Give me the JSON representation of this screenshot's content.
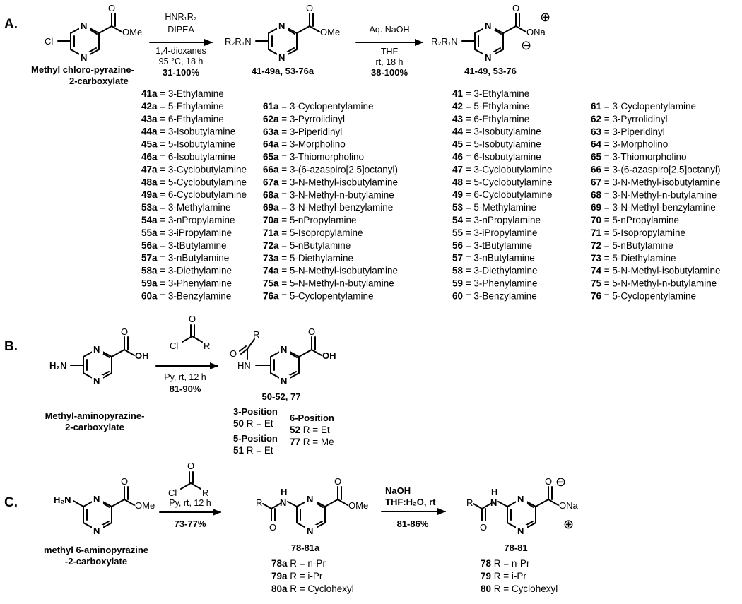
{
  "sections": {
    "a": {
      "label": "A.",
      "start_caption": [
        "Methyl chloro-pyrazine-",
        "2-carboxylate"
      ],
      "step1": {
        "reagents": [
          "HNR₁R₂",
          "DIPEA",
          "1,4-dioxanes",
          "95 °C, 18 h"
        ],
        "yield": "31-100%"
      },
      "mid_caption": "41-49a, 53-76a",
      "step2": {
        "reagents": [
          "Aq. NaOH",
          "THF",
          "rt, 18 h"
        ],
        "yield": "38-100%"
      },
      "end_caption": "41-49, 53-76",
      "atoms": {
        "cl": "Cl",
        "ome": "OMe",
        "r2r1n": "R₂R₁N",
        "ona": "ONa",
        "n": "N",
        "o": "O",
        "plus": "⊕",
        "minus": "⊖"
      },
      "esters_col1": [
        [
          "41a",
          "3-Ethylamine"
        ],
        [
          "42a",
          "5-Ethylamine"
        ],
        [
          "43a",
          "6-Ethylamine"
        ],
        [
          "44a",
          "3-Isobutylamine"
        ],
        [
          "45a",
          "5-Isobutylamine"
        ],
        [
          "46a",
          "6-Isobutylamine"
        ],
        [
          "47a",
          "3-Cyclobutylamine"
        ],
        [
          "48a",
          "5-Cyclobutylamine"
        ],
        [
          "49a",
          "6-Cyclobutylamine"
        ],
        [
          "53a",
          "3-Methylamine"
        ],
        [
          "54a",
          "3-nPropylamine"
        ],
        [
          "55a",
          "3-iPropylamine"
        ],
        [
          "56a",
          "3-tButylamine"
        ],
        [
          "57a",
          "3-nButylamine"
        ],
        [
          "58a",
          "3-Diethylamine"
        ],
        [
          "59a",
          "3-Phenylamine"
        ],
        [
          "60a",
          "3-Benzylamine"
        ]
      ],
      "esters_col2": [
        [
          "61a",
          "3-Cyclopentylamine"
        ],
        [
          "62a",
          "3-Pyrrolidinyl"
        ],
        [
          "63a",
          "3-Piperidinyl"
        ],
        [
          "64a",
          "3-Morpholino"
        ],
        [
          "65a",
          "3-Thiomorpholino"
        ],
        [
          "66a",
          "3-(6-azaspiro[2.5]octanyl)"
        ],
        [
          "67a",
          "3-N-Methyl-isobutylamine"
        ],
        [
          "68a",
          "3-N-Methyl-n-butylamine"
        ],
        [
          "69a",
          "3-N-Methyl-benzylamine"
        ],
        [
          "70a",
          "5-nPropylamine"
        ],
        [
          "71a",
          "5-Isopropylamine"
        ],
        [
          "72a",
          "5-nButylamine"
        ],
        [
          "73a",
          "5-Diethylamine"
        ],
        [
          "74a",
          "5-N-Methyl-isobutylamine"
        ],
        [
          "75a",
          "5-N-Methyl-n-butylamine"
        ],
        [
          "76a",
          "5-Cyclopentylamine"
        ]
      ],
      "acids_col1": [
        [
          "41",
          "3-Ethylamine"
        ],
        [
          "42",
          "5-Ethylamine"
        ],
        [
          "43",
          "6-Ethylamine"
        ],
        [
          "44",
          "3-Isobutylamine"
        ],
        [
          "45",
          "5-Isobutylamine"
        ],
        [
          "46",
          "6-Isobutylamine"
        ],
        [
          "47",
          "3-Cyclobutylamine"
        ],
        [
          "48",
          "5-Cyclobutylamine"
        ],
        [
          "49",
          "6-Cyclobutylamine"
        ],
        [
          "53",
          "5-Methylamine"
        ],
        [
          "54",
          "3-nPropylamine"
        ],
        [
          "55",
          "3-iPropylamine"
        ],
        [
          "56",
          "3-tButylamine"
        ],
        [
          "57",
          "3-nButylamine"
        ],
        [
          "58",
          "3-Diethylamine"
        ],
        [
          "59",
          "3-Phenylamine"
        ],
        [
          "60",
          "3-Benzylamine"
        ]
      ],
      "acids_col2": [
        [
          "61",
          "3-Cyclopentylamine"
        ],
        [
          "62",
          "3-Pyrrolidinyl"
        ],
        [
          "63",
          "3-Piperidinyl"
        ],
        [
          "64",
          "3-Morpholino"
        ],
        [
          "65",
          "3-Thiomorpholino"
        ],
        [
          "66",
          "3-(6-azaspiro[2.5]octanyl)"
        ],
        [
          "67",
          "3-N-Methyl-isobutylamine"
        ],
        [
          "68",
          "3-N-Methyl-n-butylamine"
        ],
        [
          "69",
          "3-N-Methyl-benzylamine"
        ],
        [
          "70",
          "5-nPropylamine"
        ],
        [
          "71",
          "5-Isopropylamine"
        ],
        [
          "72",
          "5-nButylamine"
        ],
        [
          "73",
          "5-Diethylamine"
        ],
        [
          "74",
          "5-N-Methyl-isobutylamine"
        ],
        [
          "75",
          "5-N-Methyl-n-butylamine"
        ],
        [
          "76",
          "5-Cyclopentylamine"
        ]
      ]
    },
    "b": {
      "label": "B.",
      "start_caption": [
        "Methyl-aminopyrazine-",
        "2-carboxylate"
      ],
      "reagent_atoms": {
        "cl": "Cl",
        "o": "O",
        "r": "R"
      },
      "step": {
        "reagents": [
          "Py, rt, 12 h"
        ],
        "yield": "81-90%"
      },
      "product_caption": "50-52, 77",
      "atoms": {
        "h2n": "H₂N",
        "oh": "OH",
        "o": "O",
        "n": "N",
        "r": "R",
        "hn": "HN"
      },
      "position_groups": [
        {
          "heading": "3-Position",
          "items": [
            [
              "50",
              "R = Et"
            ]
          ]
        },
        {
          "heading": "5-Position",
          "items": [
            [
              "51",
              "R = Et"
            ]
          ]
        },
        {
          "heading": "6-Position",
          "items": [
            [
              "52",
              "R = Et"
            ],
            [
              "77",
              "R = Me"
            ]
          ]
        }
      ]
    },
    "c": {
      "label": "C.",
      "start_caption": [
        "methyl 6-aminopyrazine",
        "-2-carboxylate"
      ],
      "reagent_atoms": {
        "cl": "Cl",
        "o": "O",
        "r": "R"
      },
      "step1": {
        "reagents": [
          "Py, rt, 12 h"
        ],
        "yield": "73-77%"
      },
      "mid_caption": "78-81a",
      "step2": {
        "reagents": [
          "NaOH",
          "THF:H₂O, rt"
        ],
        "yield": "81-86%"
      },
      "end_caption": "78-81",
      "atoms": {
        "h2n": "H₂N",
        "ome": "OMe",
        "o": "O",
        "n": "N",
        "h": "H",
        "r": "R",
        "ona": "ONa",
        "plus": "⊕",
        "minus": "⊖"
      },
      "esters": [
        [
          "78a",
          "R = n-Pr"
        ],
        [
          "79a",
          "R = i-Pr"
        ],
        [
          "80a",
          "R = Cyclohexyl"
        ]
      ],
      "acids": [
        [
          "78",
          "R = n-Pr"
        ],
        [
          "79",
          "R = i-Pr"
        ],
        [
          "80",
          "R = Cyclohexyl"
        ]
      ]
    }
  }
}
